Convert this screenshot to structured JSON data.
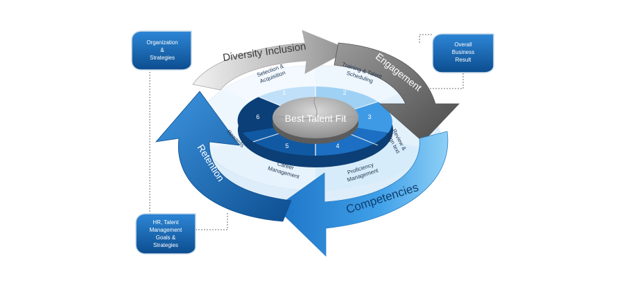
{
  "center": {
    "label": "Best Talent Fit"
  },
  "arrows": {
    "top": "Diversity Inclusion",
    "right": "Engagement",
    "bottom": "Competencies",
    "left": "Retention"
  },
  "ring": {
    "s1": {
      "num": "1",
      "label_line1": "Selection &",
      "label_line2": "Acquisition"
    },
    "s2": {
      "num": "2",
      "label_line1": "Training & Talent",
      "label_line2": "Scheduling"
    },
    "s3": {
      "num": "3",
      "label_line1": "Review &",
      "label_line2": "Align text"
    },
    "s4": {
      "num": "4",
      "label_line1": "Proficiency",
      "label_line2": "Management"
    },
    "s5": {
      "num": "5",
      "label_line1": "Career",
      "label_line2": "Management"
    },
    "s6": {
      "num": "6",
      "label_line1": "Rewards",
      "label_line2": ""
    }
  },
  "callouts": {
    "org": [
      "Organization",
      "&",
      "Strategies"
    ],
    "business": [
      "Overall",
      "Business",
      "Result"
    ],
    "hr": [
      "HR, Talent",
      "Management",
      "Goals &",
      "Strategies"
    ]
  },
  "colors": {
    "dark_blue": "#0d4d8c",
    "mid_blue": "#1f7bd0",
    "light_blue": "#7cc4f0",
    "gray": "#7d7d7d"
  }
}
